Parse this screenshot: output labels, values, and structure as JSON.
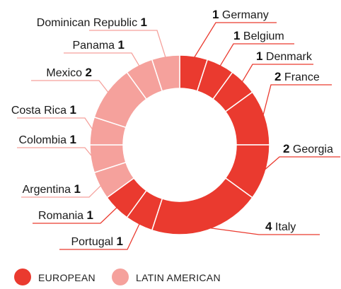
{
  "chart_data": {
    "type": "pie",
    "variant": "donut",
    "slices": [
      {
        "label": "Germany",
        "value": 1,
        "group": "european"
      },
      {
        "label": "Belgium",
        "value": 1,
        "group": "european"
      },
      {
        "label": "Denmark",
        "value": 1,
        "group": "european"
      },
      {
        "label": "France",
        "value": 2,
        "group": "european"
      },
      {
        "label": "Georgia",
        "value": 2,
        "group": "european"
      },
      {
        "label": "Italy",
        "value": 4,
        "group": "european"
      },
      {
        "label": "Portugal",
        "value": 1,
        "group": "european"
      },
      {
        "label": "Romania",
        "value": 1,
        "group": "european"
      },
      {
        "label": "Argentina",
        "value": 1,
        "group": "latin"
      },
      {
        "label": "Colombia",
        "value": 1,
        "group": "latin"
      },
      {
        "label": "Costa Rica",
        "value": 1,
        "group": "latin"
      },
      {
        "label": "Mexico",
        "value": 2,
        "group": "latin"
      },
      {
        "label": "Panama",
        "value": 1,
        "group": "latin"
      },
      {
        "label": "Dominican Republic",
        "value": 1,
        "group": "latin"
      }
    ],
    "legend": [
      {
        "key": "european",
        "label": "EUROPEAN",
        "color": "#ea3a2f"
      },
      {
        "key": "latin",
        "label": "LATIN AMERICAN",
        "color": "#f5a19c"
      }
    ],
    "legend_position": "bottom-left"
  }
}
